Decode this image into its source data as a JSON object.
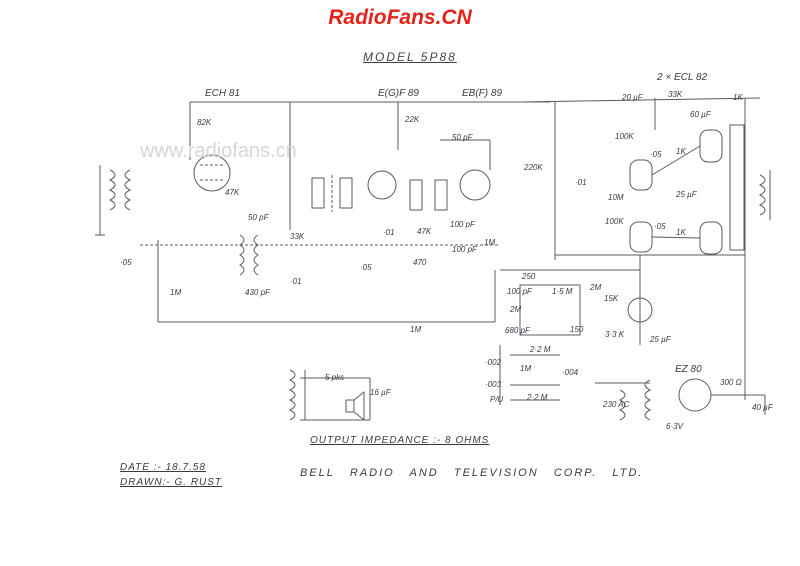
{
  "header": {
    "brand": "RadioFans.CN",
    "model": "MODEL 5P88"
  },
  "watermark": "www.radiofans.cn",
  "tubes": [
    "ECH 81",
    "E(G)F 89",
    "EB(F) 89",
    "2 × ECL 82",
    "EZ 80"
  ],
  "components": [
    {
      "label": "82K"
    },
    {
      "label": "22K"
    },
    {
      "label": "50 pF"
    },
    {
      "label": "220K"
    },
    {
      "label": "20 µF"
    },
    {
      "label": "33K"
    },
    {
      "label": "1K"
    },
    {
      "label": "60 µF"
    },
    {
      "label": "100K"
    },
    {
      "label": "·05"
    },
    {
      "label": "1K"
    },
    {
      "label": "10M"
    },
    {
      "label": "100K"
    },
    {
      "label": "25 µF"
    },
    {
      "label": "·05"
    },
    {
      "label": "1K"
    },
    {
      "label": "47K"
    },
    {
      "label": "50 pF"
    },
    {
      "label": "33K"
    },
    {
      "label": "430 pF"
    },
    {
      "label": "·01"
    },
    {
      "label": "·05"
    },
    {
      "label": "1M"
    },
    {
      "label": "·01"
    },
    {
      "label": "47K"
    },
    {
      "label": "100 pF"
    },
    {
      "label": "1M"
    },
    {
      "label": "470"
    },
    {
      "label": "·05"
    },
    {
      "label": "100 pF"
    },
    {
      "label": "·01"
    },
    {
      "label": "1M"
    },
    {
      "label": "250"
    },
    {
      "label": "100 pF"
    },
    {
      "label": "1·5 M"
    },
    {
      "label": "2M"
    },
    {
      "label": "15K"
    },
    {
      "label": "2M"
    },
    {
      "label": "680 pF"
    },
    {
      "label": "3·3 K"
    },
    {
      "label": "25 µF"
    },
    {
      "label": "150"
    },
    {
      "label": "2·2 M"
    },
    {
      "label": "·002"
    },
    {
      "label": "·003"
    },
    {
      "label": "1M"
    },
    {
      "label": "·004"
    },
    {
      "label": "2·2 M"
    },
    {
      "label": "300 Ω"
    },
    {
      "label": "40 µF"
    },
    {
      "label": "230 AC"
    },
    {
      "label": "6·3V"
    },
    {
      "label": "5 pks"
    },
    {
      "label": "16 µF"
    },
    {
      "label": "P/U"
    }
  ],
  "output": "OUTPUT IMPEDANCE :- 8 OHMS",
  "footer": {
    "date": "DATE :- 18.7.58",
    "drawn": "DRAWN:- G. RUST",
    "company": "BELL   RADIO   AND   TELEVISION   CORP.   LTD."
  }
}
